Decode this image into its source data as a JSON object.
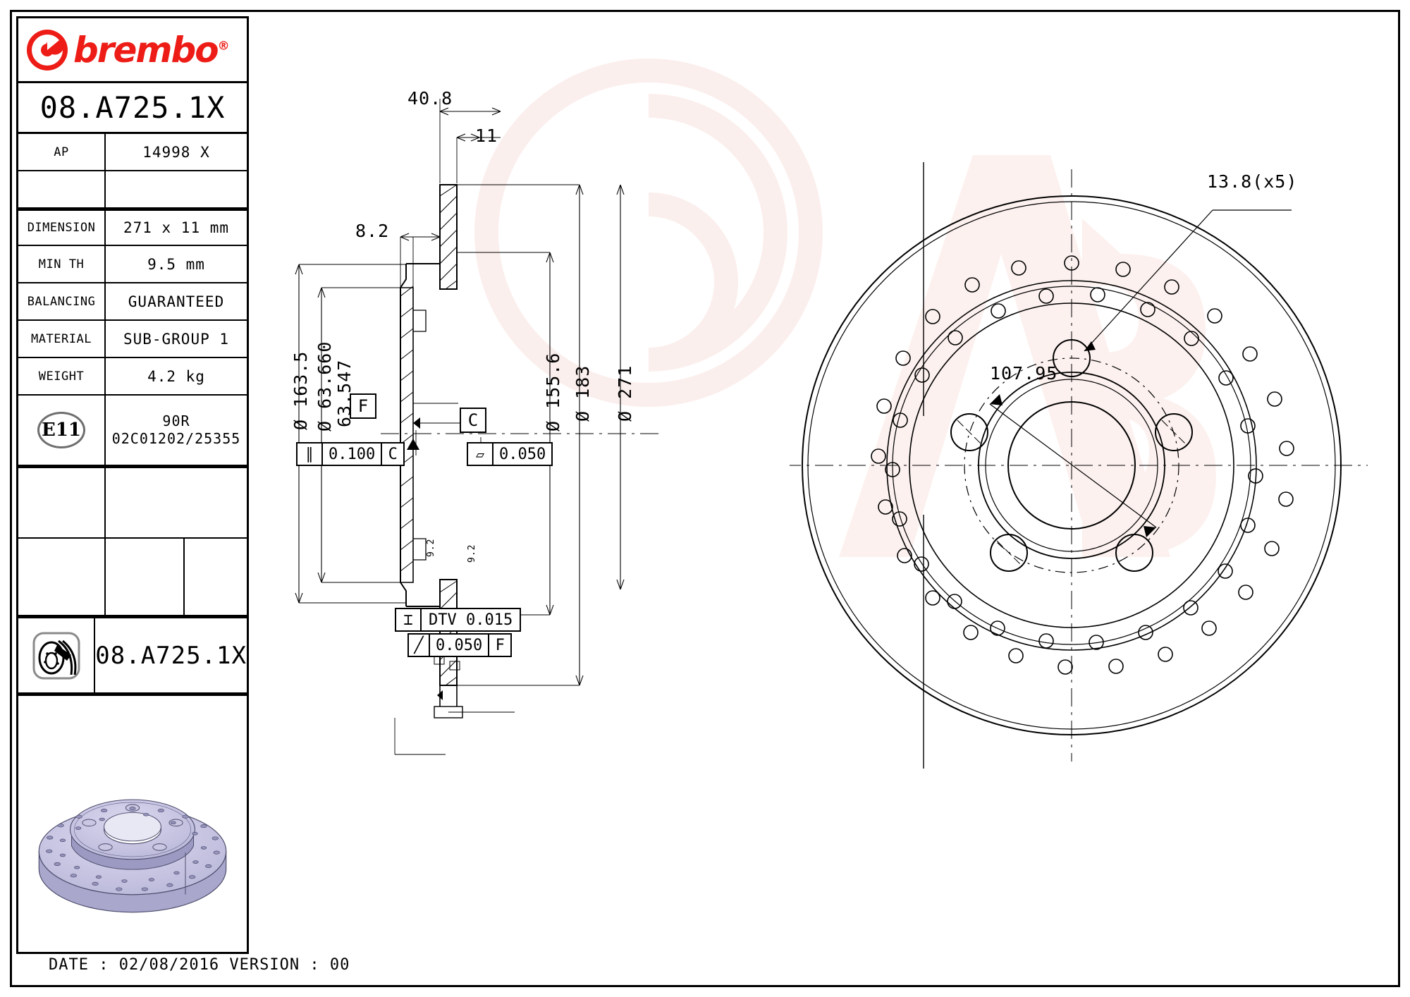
{
  "brand": {
    "name": "brembo",
    "registered": "®",
    "logo_icon": "brembo-b-logo-icon",
    "color": "#ED1C16"
  },
  "title_block": {
    "part_number": "08.A725.1X",
    "part_number_repeat": "08.A725.1X",
    "disc_icon": "brake-disc-icon",
    "rows": [
      {
        "label": "AP",
        "value": "14998 X"
      },
      {
        "label": "",
        "value": ""
      },
      {
        "label": "DIMENSION",
        "value": "271 x 11 mm"
      },
      {
        "label": "MIN TH",
        "value": "9.5 mm"
      },
      {
        "label": "BALANCING",
        "value": "GUARANTEED"
      },
      {
        "label": "MATERIAL",
        "value": "SUB-GROUP 1"
      },
      {
        "label": "WEIGHT",
        "value": "4.2 kg"
      }
    ],
    "homologation": {
      "badge": "E11",
      "line1": "90R",
      "line2": "02C01202/25355"
    },
    "preview_image": "brake-disc-3d-render"
  },
  "footer": {
    "text": "DATE : 02/08/2016 VERSION : 00"
  },
  "watermark": {
    "text": "brembo-watermark-logo"
  },
  "section_view": {
    "dimensions": {
      "overall_width": "40.8",
      "disc_thickness": "11",
      "hat_thickness": "8.2",
      "dia_163_5": "Ø 163.5",
      "dia_63_660": "Ø 63.660",
      "dia_63_547": "63.547",
      "dia_155_6": "Ø 155.6",
      "dia_183": "Ø 183",
      "dia_271": "Ø 271",
      "surface_left": "9.2",
      "surface_right": "9.2"
    },
    "datums": {
      "f": "F",
      "c": "C"
    },
    "fcf": [
      {
        "symbol": "∥",
        "tolerance": "0.100",
        "datum": "C"
      },
      {
        "symbol": "▱",
        "tolerance": "0.050",
        "datum": ""
      },
      {
        "symbol": "⌶",
        "tolerance": "DTV 0.015",
        "datum": ""
      },
      {
        "symbol": "╱",
        "tolerance": "0.050",
        "datum": "F"
      }
    ]
  },
  "face_view": {
    "hole_callout": "13.8(x5)",
    "bolt_circle": "107.95",
    "drilled_holes": "cross-drilled-pattern"
  }
}
